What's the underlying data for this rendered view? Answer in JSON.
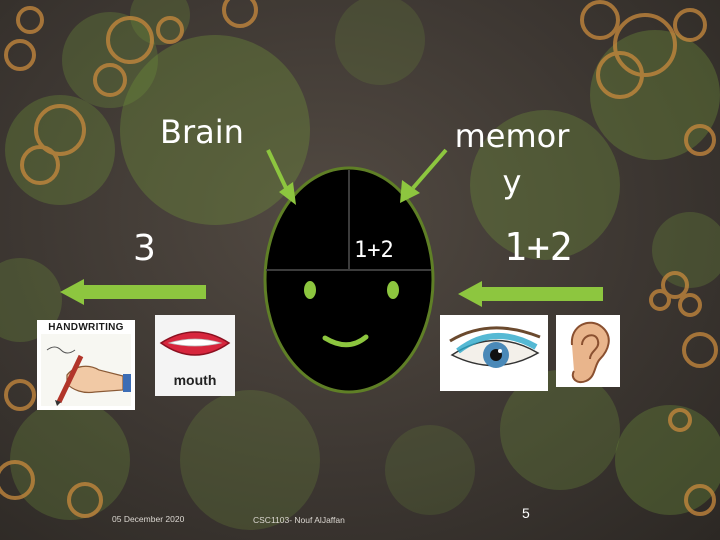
{
  "slide": {
    "brain_label": "Brain",
    "memory_label": "memor\ny",
    "left_number": "3",
    "center_formula": "1+2",
    "right_formula": "1+2"
  },
  "pictures": {
    "handwriting_title": "HANDWRITING",
    "mouth_caption": "mouth",
    "eye": "eye-image",
    "ear": "ear-image"
  },
  "footer": {
    "date": "05 December 2020",
    "author": "CSC1103- Nouf AlJaffan",
    "slide_number": "5"
  },
  "colors": {
    "background": "#3d3732",
    "accent_green": "#8dc63f",
    "face_fill": "#000000",
    "face_outline": "#6b8f2a",
    "text": "#ffffff"
  }
}
